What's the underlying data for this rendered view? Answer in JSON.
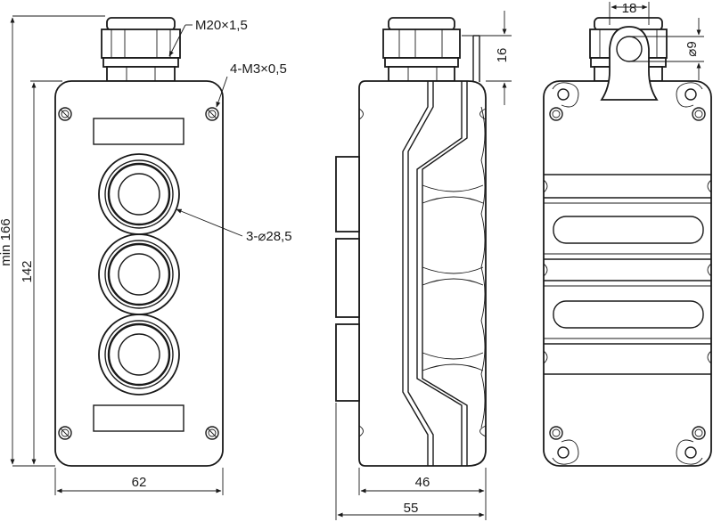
{
  "annotations": {
    "gland_thread": "M20×1,5",
    "screws": "4-M3×0,5",
    "button_holes": "3-⌀28,5"
  },
  "dimensions": {
    "overall_height": "min 166",
    "body_height": "142",
    "body_width": "62",
    "side_depth": "46",
    "total_depth": "55",
    "gland_offset": "16",
    "hanger_width": "18",
    "hanger_hole": "⌀9"
  },
  "colors": {
    "line": "#1a1a1a",
    "background": "#ffffff"
  }
}
